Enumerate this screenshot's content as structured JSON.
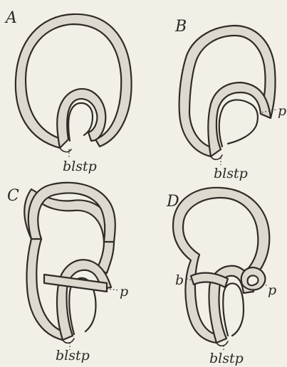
{
  "panels": [
    {
      "letter": "A",
      "labels": {
        "blastopore": "blstp"
      }
    },
    {
      "letter": "B",
      "labels": {
        "blastopore": "blstp",
        "p": "p"
      }
    },
    {
      "letter": "C",
      "labels": {
        "blastopore": "blstp",
        "p": "p"
      }
    },
    {
      "letter": "D",
      "labels": {
        "blastopore": "blstp",
        "p": "p",
        "b": "b"
      }
    }
  ]
}
